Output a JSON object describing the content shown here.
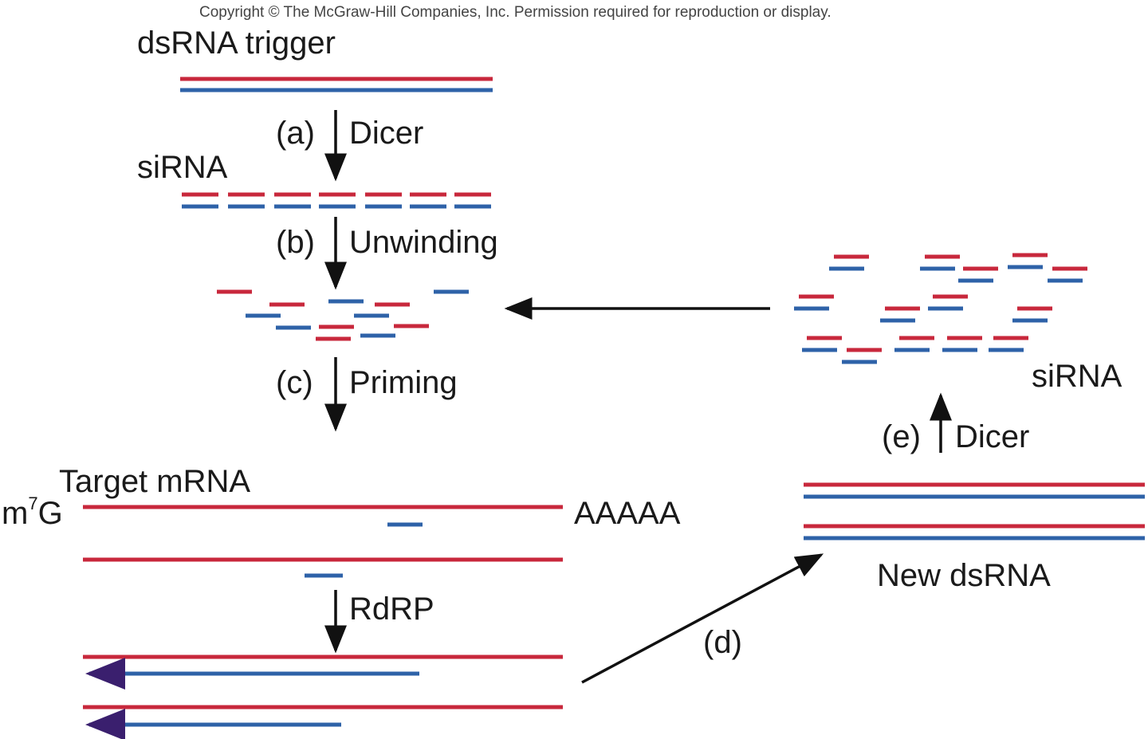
{
  "copyright": "Copyright © The McGraw-Hill Companies, Inc. Permission required for reproduction or display.",
  "labels": {
    "dsrna_trigger": "dsRNA trigger",
    "sirna_top": "siRNA",
    "step_a": "(a)",
    "dicer_a": "Dicer",
    "step_b": "(b)",
    "unwinding": "Unwinding",
    "step_c": "(c)",
    "priming": "Priming",
    "target_mrna": "Target mRNA",
    "cap_m": "m",
    "cap_sup": "7",
    "cap_g": "G",
    "polya": "AAAAA",
    "rdrp": "RdRP",
    "step_d": "(d)",
    "new_dsrna": "New dsRNA",
    "step_e": "(e)",
    "dicer_e": "Dicer",
    "sirna_right": "siRNA"
  },
  "colors": {
    "sense_strand": "#c8283c",
    "antisense_strand": "#2e62a8",
    "arrow": "#111111",
    "arrowhead_rdrp_product": "#3a1f6e"
  }
}
